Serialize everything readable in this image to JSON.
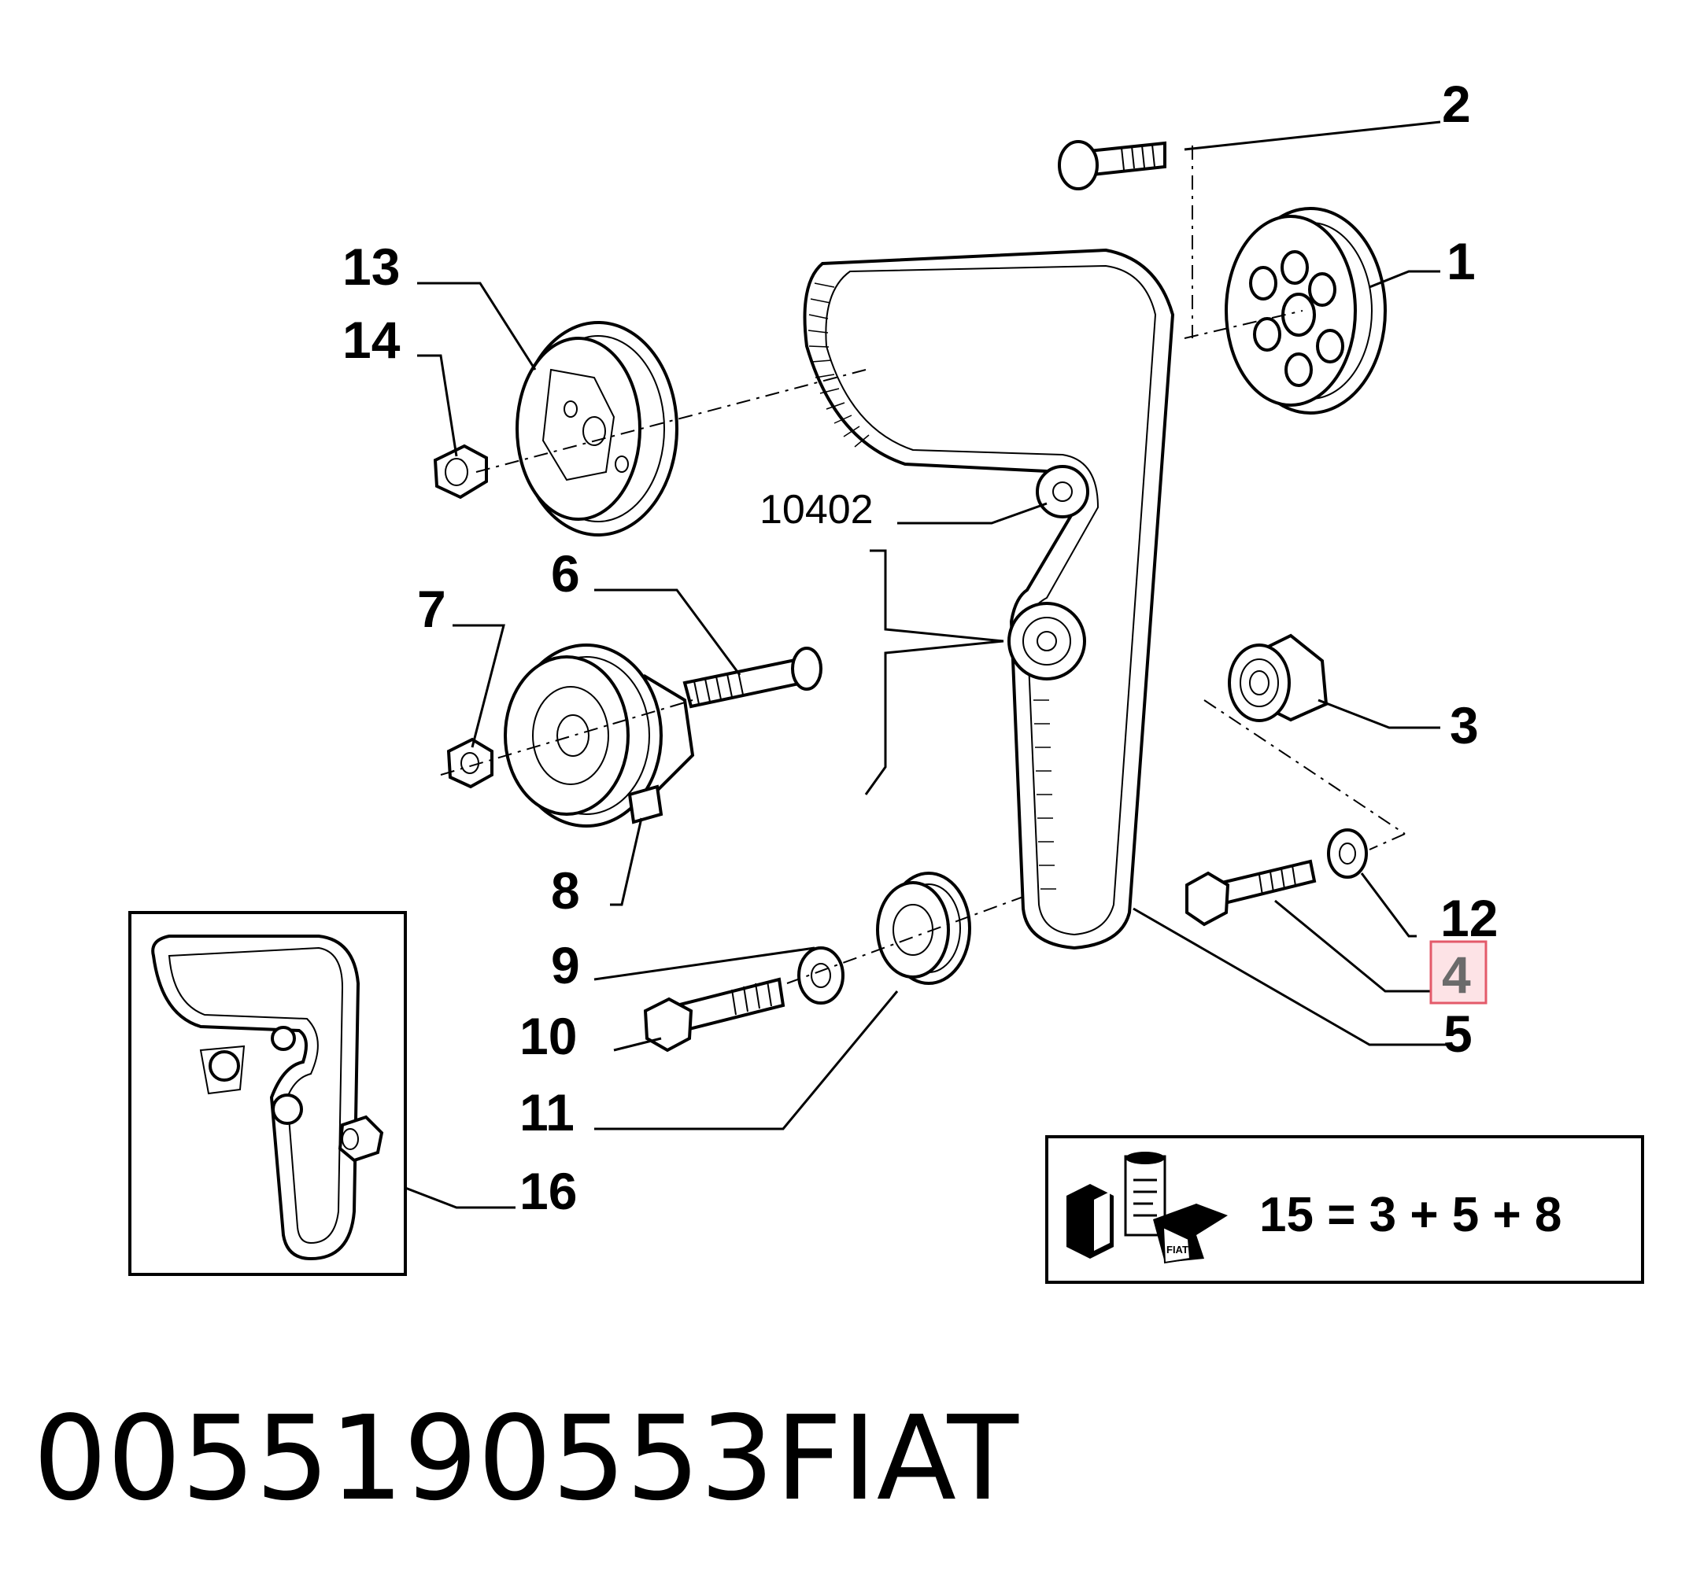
{
  "callouts": {
    "c1": "1",
    "c2": "2",
    "c3": "3",
    "c4": "4",
    "c5": "5",
    "c6": "6",
    "c7": "7",
    "c8": "8",
    "c9": "9",
    "c10": "10",
    "c11": "11",
    "c12": "12",
    "c13": "13",
    "c14": "14",
    "c16": "16",
    "ref_10402": "10402"
  },
  "kit_formula": "15 = 3 + 5 + 8",
  "caption": {
    "part_number": "0055190553",
    "brand": "FIAT"
  },
  "kit_box_label": "FIAT",
  "highlight_color": "#e35a6a",
  "highlight_fill": "#fde3e6"
}
